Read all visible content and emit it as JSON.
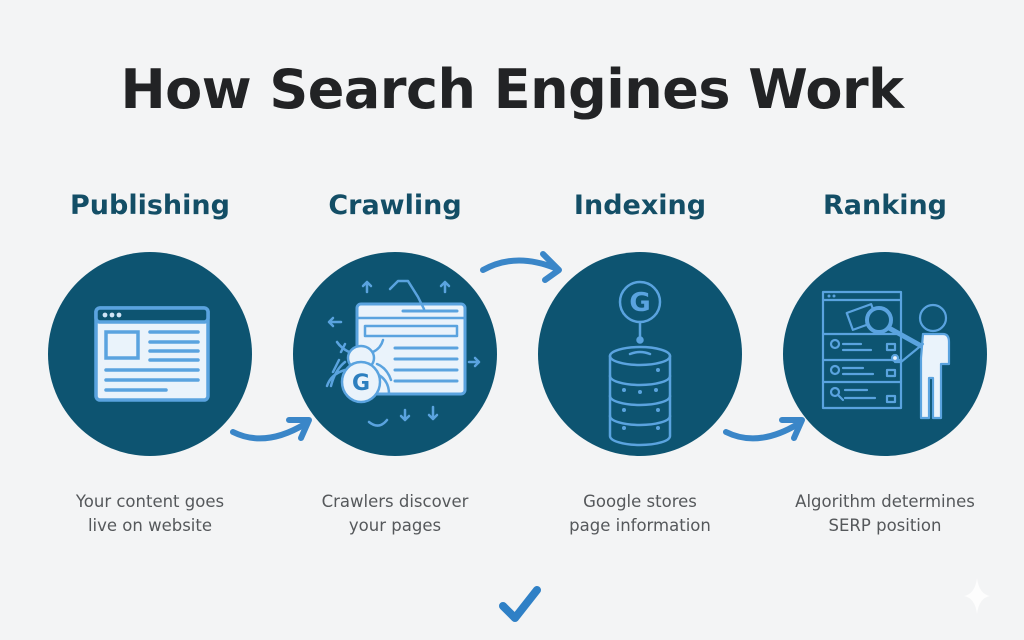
{
  "title": "How Search Engines Work",
  "colors": {
    "background": "#f3f4f5",
    "circle": "#0d5471",
    "heading": "#134e66",
    "accent": "#3a86c8",
    "title": "#222325",
    "description": "#55585b"
  },
  "steps": [
    {
      "heading": "Publishing",
      "icon": "browser-window-icon",
      "description_line1": "Your content goes",
      "description_line2": "live on website"
    },
    {
      "heading": "Crawling",
      "icon": "crawler-spider-icon",
      "description_line1": "Crawlers discover",
      "description_line2": "your pages"
    },
    {
      "heading": "Indexing",
      "icon": "google-database-icon",
      "description_line1": "Google stores",
      "description_line2": "page information"
    },
    {
      "heading": "Ranking",
      "icon": "person-magnifier-serp-icon",
      "description_line1": "Algorithm determines",
      "description_line2": "SERP position"
    }
  ],
  "connectors": [
    "arrow-publishing-to-crawling",
    "arrow-crawling-to-indexing",
    "arrow-indexing-to-ranking"
  ],
  "footer_icon": "checkmark-icon"
}
